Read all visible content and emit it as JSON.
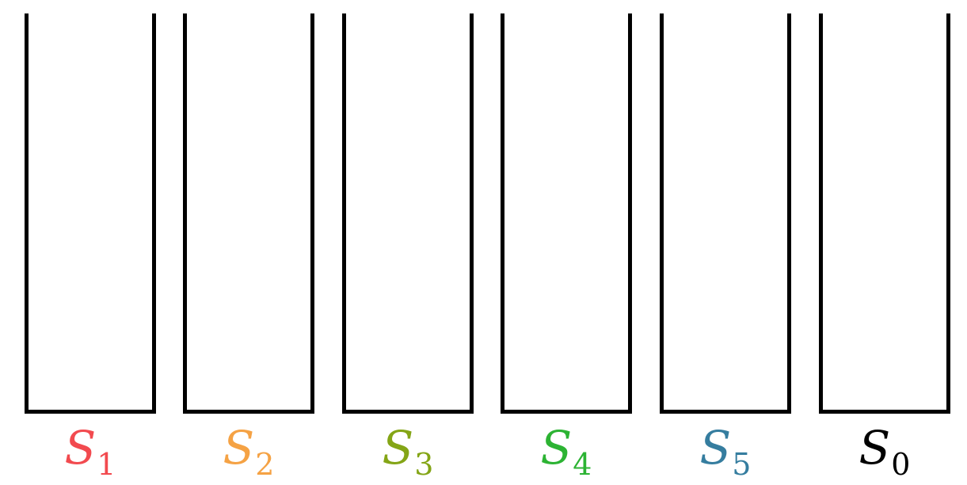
{
  "containers": [
    {
      "letter": "S",
      "subscript": "1",
      "color": "#f24a4f"
    },
    {
      "letter": "S",
      "subscript": "2",
      "color": "#f5a244"
    },
    {
      "letter": "S",
      "subscript": "3",
      "color": "#84a516"
    },
    {
      "letter": "S",
      "subscript": "4",
      "color": "#2cb333"
    },
    {
      "letter": "S",
      "subscript": "5",
      "color": "#357d9f"
    },
    {
      "letter": "S",
      "subscript": "0",
      "color": "#000000"
    }
  ]
}
